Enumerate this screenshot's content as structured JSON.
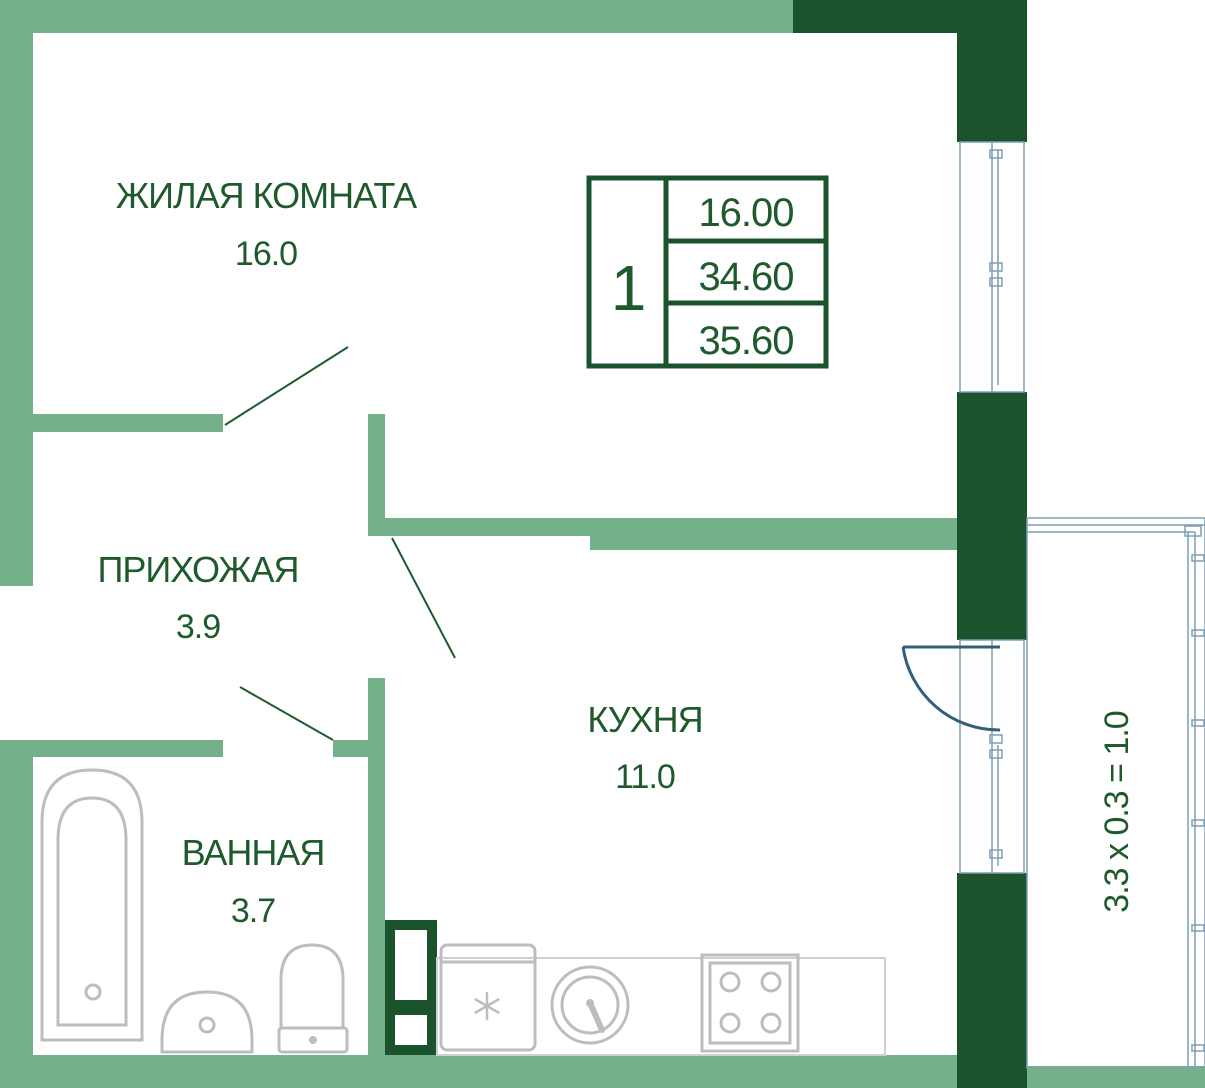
{
  "rooms": {
    "living": {
      "name": "ЖИЛАЯ КОМНАТА",
      "area": "16.0"
    },
    "hallway": {
      "name": "ПРИХОЖАЯ",
      "area": "3.9"
    },
    "kitchen": {
      "name": "КУХНЯ",
      "area": "11.0"
    },
    "bathroom": {
      "name": "ВАННАЯ",
      "area": "3.7"
    }
  },
  "summary": {
    "rooms_count": "1",
    "living_area": "16.00",
    "total_area": "34.60",
    "total_with_balcony": "35.60"
  },
  "balcony": {
    "label": "3.3 x 0.3 = 1.0"
  },
  "colors": {
    "wall_light": "#74b08a",
    "wall_dark": "#1b532c",
    "text": "#1e5a2c",
    "fixtures": "#bdbdbd",
    "windows": "#7f9fb3"
  },
  "icons": {
    "fridge": "snowflake-icon",
    "stove": "four-burner-icon",
    "sink": "round-sink-icon"
  }
}
